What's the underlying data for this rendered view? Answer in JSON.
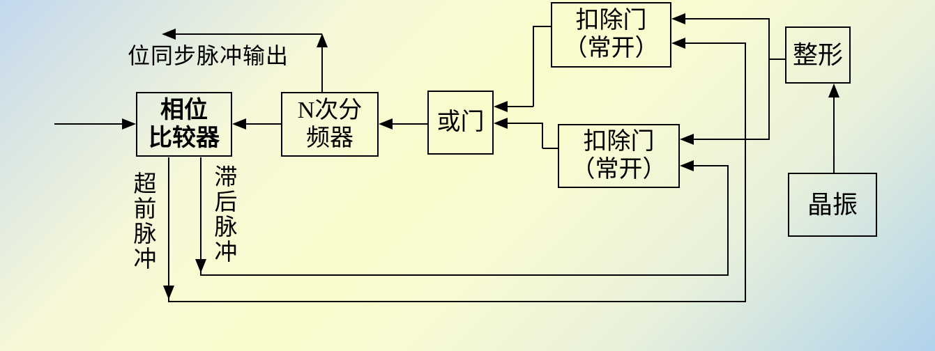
{
  "boxes": {
    "phase_comparator": {
      "line1": "相位",
      "line2": "比较器"
    },
    "n_divider": {
      "line1": "N次分",
      "line2": "频器"
    },
    "or_gate": {
      "label": "或门"
    },
    "subtract_gate_top": {
      "line1": "扣除门",
      "line2": "（常开）"
    },
    "subtract_gate_bottom": {
      "line1": "扣除门",
      "line2": "（常开）"
    },
    "shaper": {
      "label": "整形"
    },
    "crystal_oscillator": {
      "label": "晶振"
    }
  },
  "labels": {
    "bit_sync_pulse_output": "位同步脉冲输出",
    "leading_pulse": "超前脉冲",
    "lagging_pulse": "滞后脉冲"
  },
  "colors": {
    "line": "#000000",
    "bg_corner_blue": "#c3d8ee",
    "bg_center_yellow": "#fbfccc",
    "bg_corner_blue2": "#b0d2ec"
  }
}
